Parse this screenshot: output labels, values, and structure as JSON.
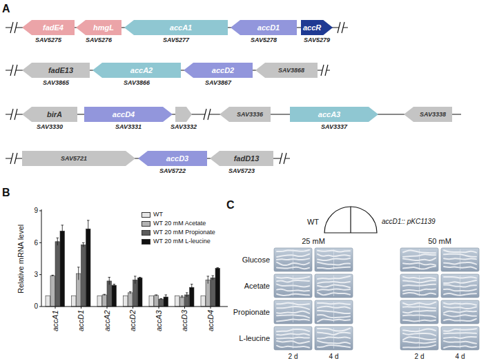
{
  "diagram": {
    "nodes": [
      {
        "text": [
          "fadE4",
          "SAV5275"
        ]
      },
      {
        "text": [
          "hmgL",
          "SAV5276"
        ]
      },
      {
        "text": [
          "accA1",
          "SAV5277"
        ]
      },
      {
        "text": [
          "accD1",
          "SAV5278"
        ]
      },
      {
        "text": [
          "accR",
          "SAV5279"
        ]
      },
      {
        "text": [
          "fadE13",
          "SAV3865"
        ]
      },
      {
        "text": [
          "accA2",
          "SAV3866"
        ]
      },
      {
        "text": [
          "accD2",
          "SAV3867"
        ]
      },
      {
        "text": [
          "SAV3868"
        ]
      },
      {
        "text": [
          "birA",
          "SAV3330"
        ]
      },
      {
        "text": [
          "accD4",
          "SAV3331"
        ]
      },
      {
        "text": [
          "SAV3332"
        ]
      },
      {
        "text": [
          "SAV3336"
        ]
      },
      {
        "text": [
          "accA3",
          "SAV3337"
        ]
      },
      {
        "text": [
          "SAV3338"
        ]
      },
      {
        "text": [
          "SAV5721"
        ]
      },
      {
        "text": [
          "accD3",
          "SAV5722"
        ]
      },
      {
        "text": [
          "fadD13",
          "SAV5723"
        ]
      }
    ],
    "labels": [
      "A",
      "B",
      "C",
      "0",
      "3",
      "6",
      "9",
      "Relative mRNA level",
      "accA1",
      "accD1",
      "accA2",
      "accD2",
      "accA3",
      "accD3",
      "accD4",
      "WT",
      "accD1:: pKC1139",
      "25 mM",
      "50 mM",
      "Glucose",
      "Acetate",
      "Propionate",
      "L-leucine",
      "2 d",
      "4 d",
      "2 d",
      "4 d"
    ],
    "legend": [
      {
        "text": "WT",
        "color": "#e6e6e6"
      },
      {
        "text": "WT 20 mM Acetate",
        "color": "#b3b3b3"
      },
      {
        "text": "WT 20 mM Propionate",
        "color": "#5c5c5c"
      },
      {
        "text": "WT 20 mM L-leucine",
        "color": "#111111"
      }
    ]
  }
}
